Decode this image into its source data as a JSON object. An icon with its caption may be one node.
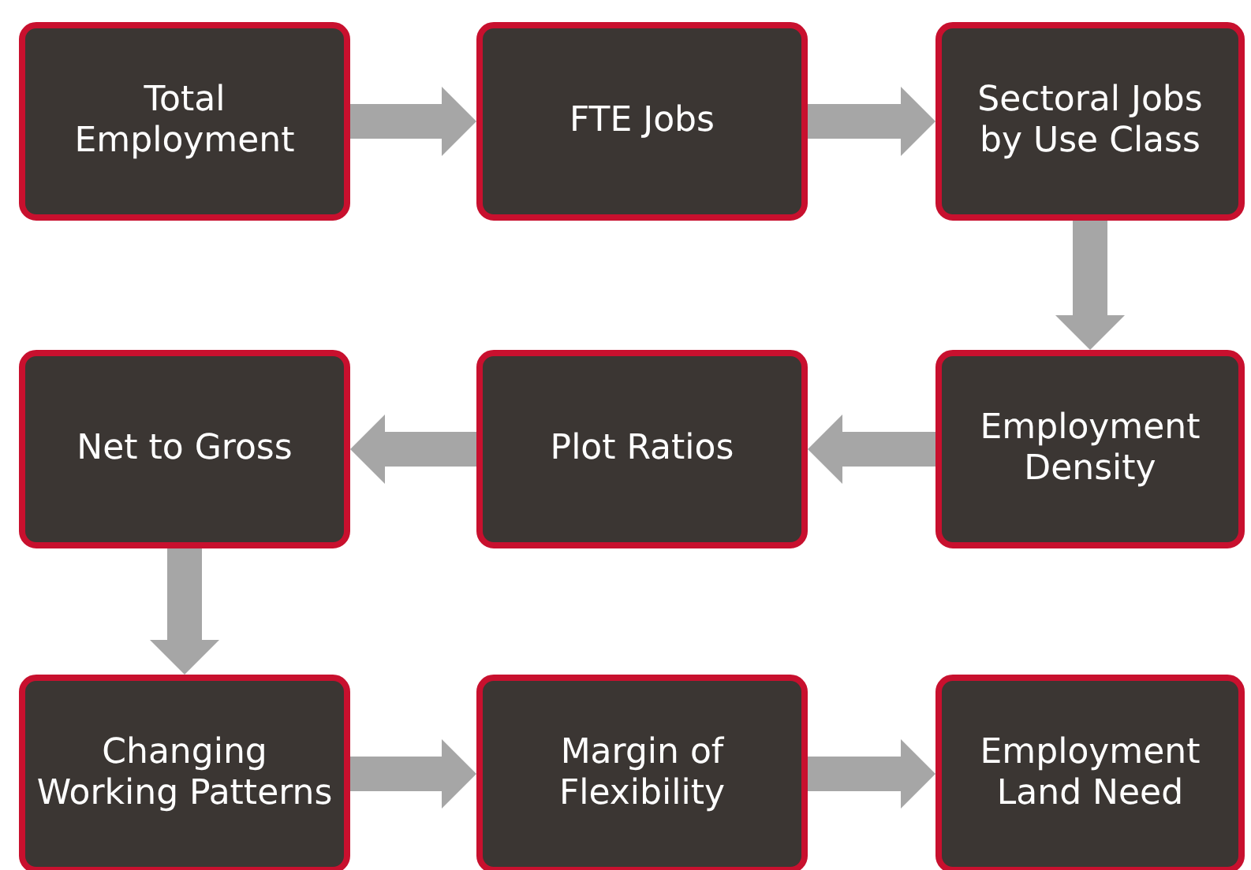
{
  "diagram": {
    "nodes": [
      {
        "text": [
          "Total Employment"
        ]
      },
      {
        "text": [
          "FTE Jobs"
        ]
      },
      {
        "text": [
          "Sectoral Jobs by Use Class"
        ]
      },
      {
        "text": [
          "Employment Density"
        ]
      },
      {
        "text": [
          "Plot Ratios"
        ]
      },
      {
        "text": [
          "Net to Gross"
        ]
      },
      {
        "text": [
          "Changing Working Patterns"
        ]
      },
      {
        "text": [
          "Margin of Flexibility"
        ]
      },
      {
        "text": [
          "Employment Land Need"
        ]
      }
    ],
    "edges": [
      {
        "from": 0,
        "to": 1,
        "arrow": "to"
      },
      {
        "from": 1,
        "to": 2,
        "arrow": "to"
      },
      {
        "from": 2,
        "to": 3,
        "arrow": "to"
      },
      {
        "from": 3,
        "to": 4,
        "arrow": "to"
      },
      {
        "from": 4,
        "to": 5,
        "arrow": "to"
      },
      {
        "from": 5,
        "to": 6,
        "arrow": "to"
      },
      {
        "from": 6,
        "to": 7,
        "arrow": "to"
      },
      {
        "from": 7,
        "to": 8,
        "arrow": "to"
      }
    ]
  }
}
